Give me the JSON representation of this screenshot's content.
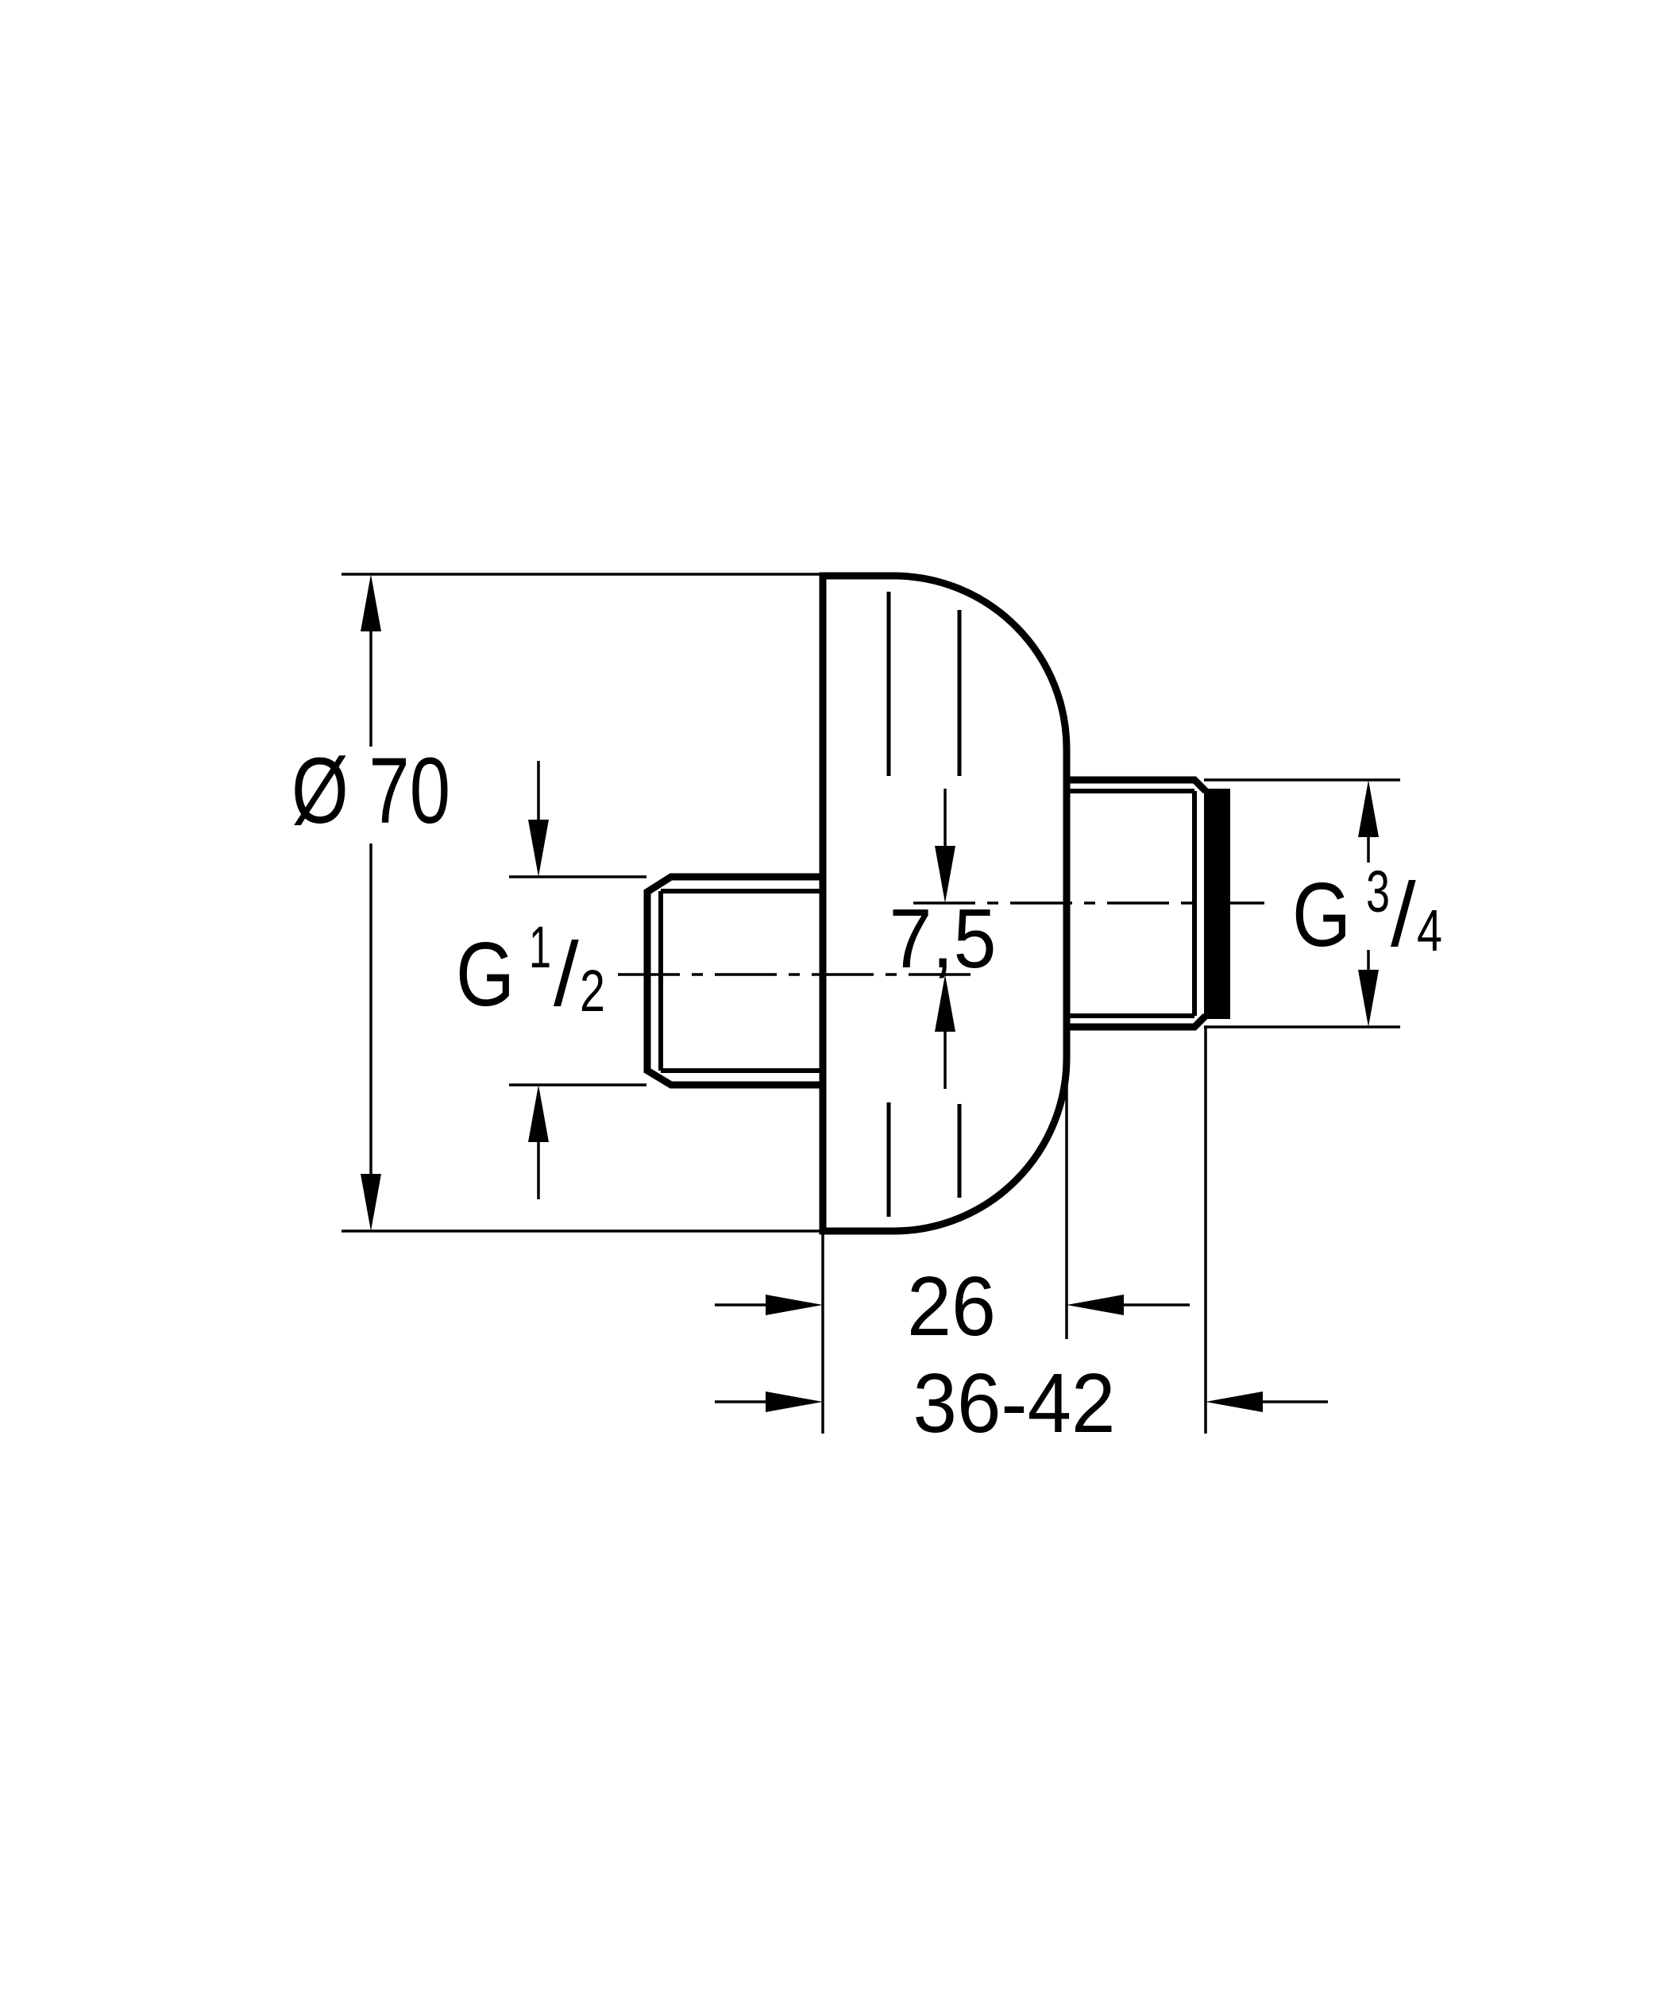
{
  "drawing": {
    "type": "technical-dimension-drawing",
    "part": "eccentric wall union, side view",
    "colors": {
      "line": "#000000",
      "background": "#ffffff"
    },
    "labels": {
      "diameter": "Ø 70",
      "offset": "7,5",
      "body_depth": "26",
      "mounting_range": "36-42"
    },
    "thread_left": {
      "prefix": "G",
      "numerator": "1",
      "fraction_slash": "/",
      "denominator": "2"
    },
    "thread_right": {
      "prefix": "G",
      "numerator": "3",
      "fraction_slash": "/",
      "denominator": "4"
    }
  }
}
